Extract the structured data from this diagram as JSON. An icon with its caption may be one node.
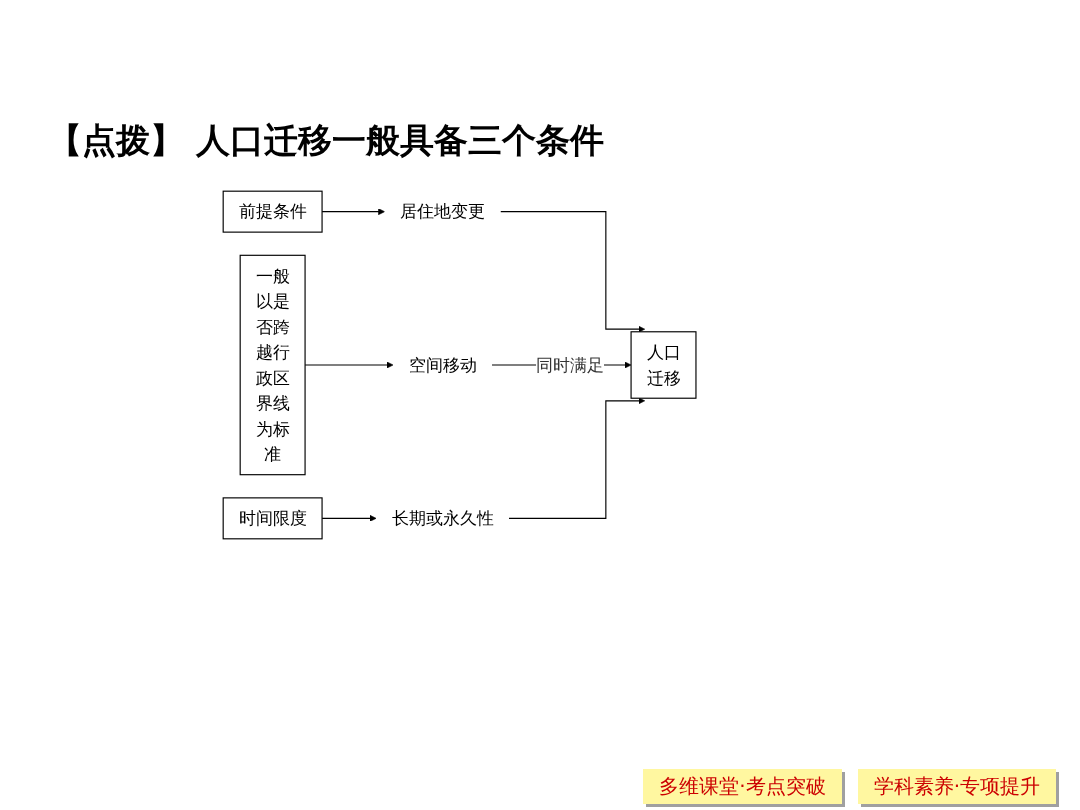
{
  "diagram": {
    "title": "【点拨】 人口迁移一般具备三个条件",
    "nodes": [
      {
        "text": [
          "一般以是否跨越行政区界线为标准"
        ]
      },
      {
        "text": [
          "前提条件"
        ]
      },
      {
        "text": [
          "居住地变更"
        ]
      },
      {
        "text": [
          "空间移动"
        ]
      },
      {
        "text": [
          "长期或永久性"
        ]
      },
      {
        "text": [
          "时间限度"
        ]
      },
      {
        "text": [
          "人口迁移"
        ]
      }
    ],
    "edges": [
      {
        "from": 0,
        "to": 3,
        "arrow": "to"
      },
      {
        "from": 1,
        "to": 2,
        "arrow": "to"
      },
      {
        "from": 5,
        "to": 4,
        "arrow": "to"
      },
      {
        "from": 2,
        "to": 6,
        "arrow": "to"
      },
      {
        "from": 3,
        "to": 6,
        "arrow": "to",
        "label": "同时满足"
      },
      {
        "from": 4,
        "to": 6,
        "arrow": "to"
      }
    ],
    "labels": [
      "多维课堂·考点突破",
      "学科素养·专项提升"
    ]
  }
}
